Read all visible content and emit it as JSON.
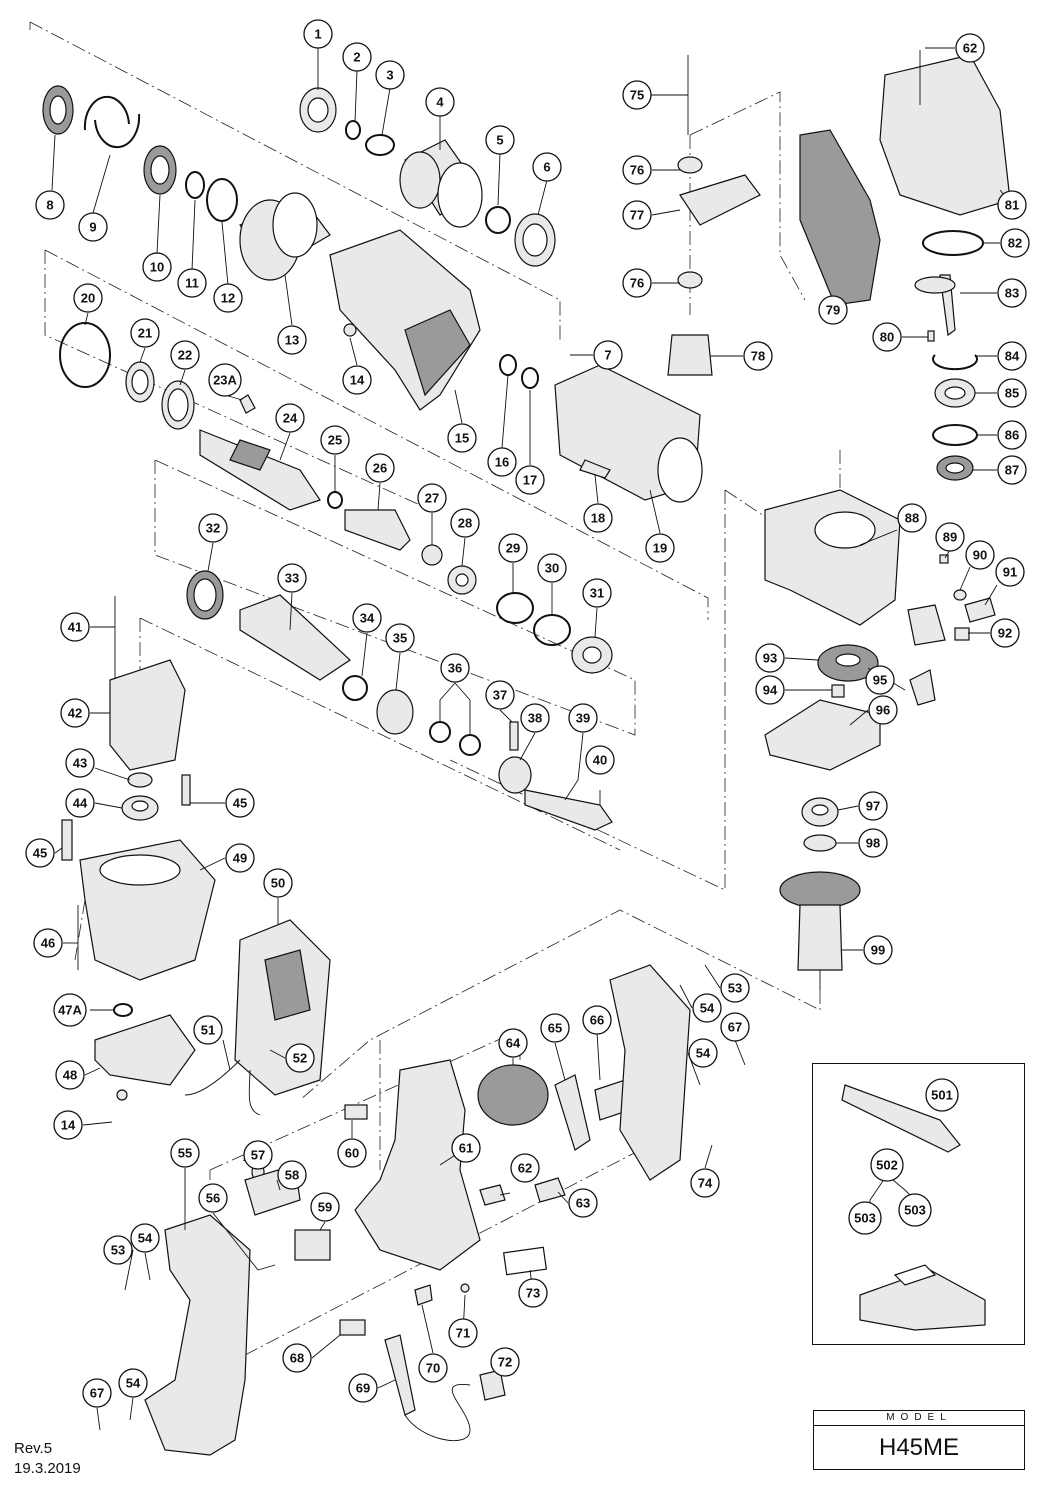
{
  "revision": {
    "rev": "Rev.5",
    "date": "19.3.2019"
  },
  "model": {
    "label": "MODEL",
    "name": "H45ME"
  },
  "callouts": [
    {
      "id": "1",
      "label": "1"
    },
    {
      "id": "2",
      "label": "2"
    },
    {
      "id": "3",
      "label": "3"
    },
    {
      "id": "4",
      "label": "4"
    },
    {
      "id": "5",
      "label": "5"
    },
    {
      "id": "6",
      "label": "6"
    },
    {
      "id": "7",
      "label": "7"
    },
    {
      "id": "8",
      "label": "8"
    },
    {
      "id": "9",
      "label": "9"
    },
    {
      "id": "10",
      "label": "10"
    },
    {
      "id": "11",
      "label": "11"
    },
    {
      "id": "12",
      "label": "12"
    },
    {
      "id": "13",
      "label": "13"
    },
    {
      "id": "14a",
      "label": "14"
    },
    {
      "id": "15",
      "label": "15"
    },
    {
      "id": "16",
      "label": "16"
    },
    {
      "id": "17",
      "label": "17"
    },
    {
      "id": "18",
      "label": "18"
    },
    {
      "id": "19",
      "label": "19"
    },
    {
      "id": "20",
      "label": "20"
    },
    {
      "id": "21",
      "label": "21"
    },
    {
      "id": "22",
      "label": "22"
    },
    {
      "id": "23A",
      "label": "23A"
    },
    {
      "id": "24",
      "label": "24"
    },
    {
      "id": "25",
      "label": "25"
    },
    {
      "id": "26",
      "label": "26"
    },
    {
      "id": "27",
      "label": "27"
    },
    {
      "id": "28",
      "label": "28"
    },
    {
      "id": "29",
      "label": "29"
    },
    {
      "id": "30",
      "label": "30"
    },
    {
      "id": "31",
      "label": "31"
    },
    {
      "id": "32",
      "label": "32"
    },
    {
      "id": "33",
      "label": "33"
    },
    {
      "id": "34",
      "label": "34"
    },
    {
      "id": "35",
      "label": "35"
    },
    {
      "id": "36",
      "label": "36"
    },
    {
      "id": "37",
      "label": "37"
    },
    {
      "id": "38",
      "label": "38"
    },
    {
      "id": "39",
      "label": "39"
    },
    {
      "id": "40",
      "label": "40"
    },
    {
      "id": "41",
      "label": "41"
    },
    {
      "id": "42",
      "label": "42"
    },
    {
      "id": "43",
      "label": "43"
    },
    {
      "id": "44",
      "label": "44"
    },
    {
      "id": "45a",
      "label": "45"
    },
    {
      "id": "45b",
      "label": "45"
    },
    {
      "id": "46",
      "label": "46"
    },
    {
      "id": "47A",
      "label": "47A"
    },
    {
      "id": "48",
      "label": "48"
    },
    {
      "id": "14b",
      "label": "14"
    },
    {
      "id": "49",
      "label": "49"
    },
    {
      "id": "50",
      "label": "50"
    },
    {
      "id": "51",
      "label": "51"
    },
    {
      "id": "52",
      "label": "52"
    },
    {
      "id": "53a",
      "label": "53"
    },
    {
      "id": "54a",
      "label": "54"
    },
    {
      "id": "54b",
      "label": "54"
    },
    {
      "id": "67a",
      "label": "67"
    },
    {
      "id": "55",
      "label": "55"
    },
    {
      "id": "56",
      "label": "56"
    },
    {
      "id": "57",
      "label": "57"
    },
    {
      "id": "58",
      "label": "58"
    },
    {
      "id": "59",
      "label": "59"
    },
    {
      "id": "53b",
      "label": "53"
    },
    {
      "id": "54c",
      "label": "54"
    },
    {
      "id": "54d",
      "label": "54"
    },
    {
      "id": "67b",
      "label": "67"
    },
    {
      "id": "60",
      "label": "60"
    },
    {
      "id": "61",
      "label": "61"
    },
    {
      "id": "62a",
      "label": "62"
    },
    {
      "id": "63",
      "label": "63"
    },
    {
      "id": "64",
      "label": "64"
    },
    {
      "id": "65",
      "label": "65"
    },
    {
      "id": "66",
      "label": "66"
    },
    {
      "id": "68",
      "label": "68"
    },
    {
      "id": "69",
      "label": "69"
    },
    {
      "id": "70",
      "label": "70"
    },
    {
      "id": "71",
      "label": "71"
    },
    {
      "id": "72",
      "label": "72"
    },
    {
      "id": "73",
      "label": "73"
    },
    {
      "id": "74",
      "label": "74"
    },
    {
      "id": "75",
      "label": "75"
    },
    {
      "id": "76a",
      "label": "76"
    },
    {
      "id": "77",
      "label": "77"
    },
    {
      "id": "76b",
      "label": "76"
    },
    {
      "id": "78",
      "label": "78"
    },
    {
      "id": "79",
      "label": "79"
    },
    {
      "id": "62b",
      "label": "62"
    },
    {
      "id": "81",
      "label": "81"
    },
    {
      "id": "82",
      "label": "82"
    },
    {
      "id": "83",
      "label": "83"
    },
    {
      "id": "80",
      "label": "80"
    },
    {
      "id": "84",
      "label": "84"
    },
    {
      "id": "85",
      "label": "85"
    },
    {
      "id": "86",
      "label": "86"
    },
    {
      "id": "87",
      "label": "87"
    },
    {
      "id": "88",
      "label": "88"
    },
    {
      "id": "89",
      "label": "89"
    },
    {
      "id": "90",
      "label": "90"
    },
    {
      "id": "91",
      "label": "91"
    },
    {
      "id": "92",
      "label": "92"
    },
    {
      "id": "93",
      "label": "93"
    },
    {
      "id": "95",
      "label": "95"
    },
    {
      "id": "94",
      "label": "94"
    },
    {
      "id": "96",
      "label": "96"
    },
    {
      "id": "97",
      "label": "97"
    },
    {
      "id": "98",
      "label": "98"
    },
    {
      "id": "99",
      "label": "99"
    },
    {
      "id": "501",
      "label": "501"
    },
    {
      "id": "502",
      "label": "502"
    },
    {
      "id": "503a",
      "label": "503"
    },
    {
      "id": "503b",
      "label": "503"
    }
  ]
}
